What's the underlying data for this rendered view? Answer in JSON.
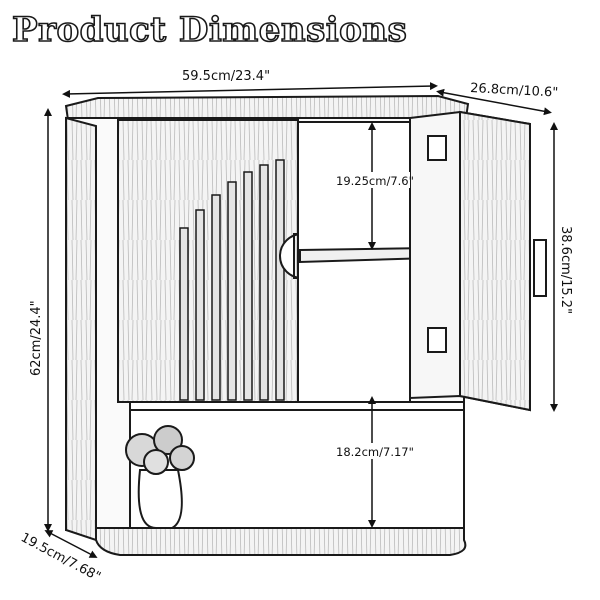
{
  "title": "Product Dimensions",
  "dimensions": {
    "width": "59.5cm/23.4\"",
    "depth_top": "26.8cm/10.6\"",
    "height": "62cm/24.4\"",
    "door_height": "38.6cm/15.2\"",
    "upper_shelf": "19.25cm/7.6\"",
    "lower_opening": "18.2cm/7.17\"",
    "depth_bottom": "19.5cm/7.68\""
  }
}
